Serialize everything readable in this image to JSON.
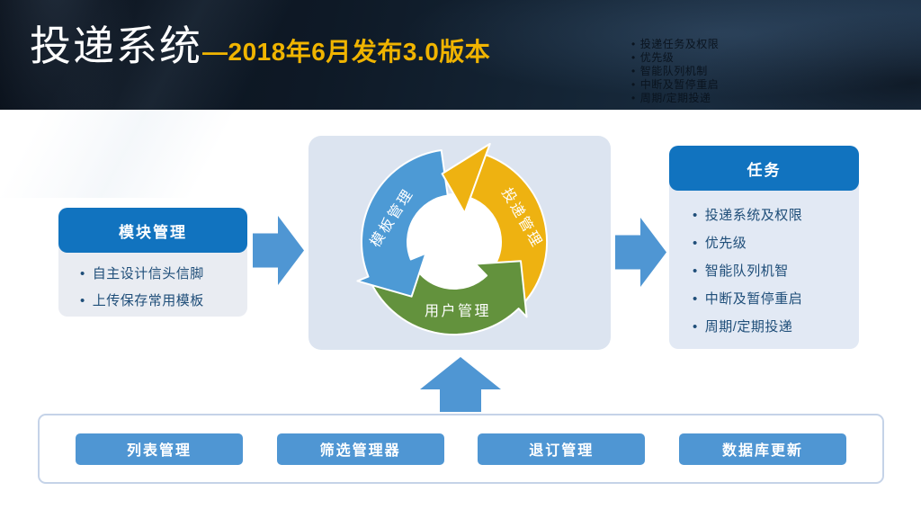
{
  "header": {
    "title": "投递系统",
    "subtitle": "—2018年6月发布3.0版本",
    "watermark_items": [
      "投递任务及权限",
      "优先级",
      "智能队列机制",
      "中断及暂停重启",
      "周期/定期投递"
    ]
  },
  "left_panel": {
    "title": "模块管理",
    "items": [
      "自主设计信头信脚",
      "上传保存常用模板"
    ]
  },
  "cycle": {
    "labels": {
      "blue": "模板管理",
      "yellow": "投递管理",
      "green": "用户管理"
    }
  },
  "right_panel": {
    "title": "任务",
    "items": [
      "投递系统及权限",
      "优先级",
      "智能队列机智",
      "中断及暂停重启",
      "周期/定期投递"
    ]
  },
  "bottom_bar": {
    "buttons": [
      "列表管理",
      "筛选管理器",
      "退订管理",
      "数据库更新"
    ]
  },
  "colors": {
    "header_dark": "#101C2C",
    "title_yellow": "#F0B400",
    "panel_header_blue": "#1173BF",
    "panel_light": "#DCE4F0",
    "arrow_blue": "#4F96D3",
    "cycle_blue": "#4D9AD5",
    "cycle_yellow": "#EEB211",
    "cycle_green": "#63923D",
    "bullet_text_blue": "#1F4E79"
  }
}
